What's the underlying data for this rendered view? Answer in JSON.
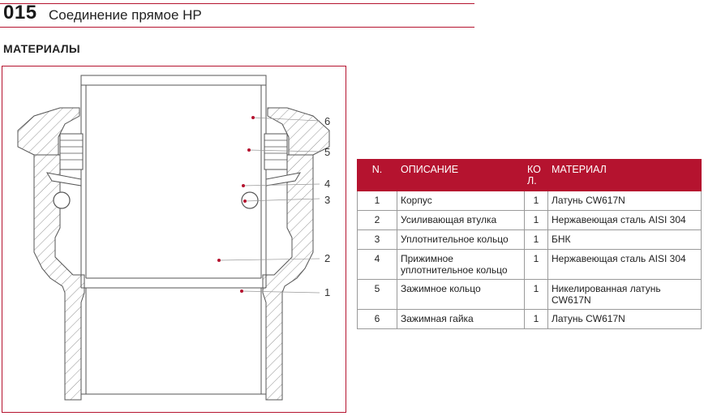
{
  "header": {
    "code": "015",
    "title": "Соединение прямое НР"
  },
  "section_title": "МАТЕРИАЛЫ",
  "drawing": {
    "callouts": [
      "6",
      "5",
      "4",
      "3",
      "2",
      "1"
    ],
    "accent_color": "#b5132f"
  },
  "table": {
    "headers": {
      "n": "N.",
      "desc": "ОПИСАНИЕ",
      "qty_line1": "КО",
      "qty_line2": "Л.",
      "material": "МАТЕРИАЛ"
    },
    "rows": [
      {
        "n": "1",
        "desc": "Корпус",
        "qty": "1",
        "material": "Латунь CW617N"
      },
      {
        "n": "2",
        "desc": "Усиливающая втулка",
        "qty": "1",
        "material": "Нержавеющая сталь AISI 304"
      },
      {
        "n": "3",
        "desc": "Уплотнительное кольцо",
        "qty": "1",
        "material": "БНК"
      },
      {
        "n": "4",
        "desc": "Прижимное уплотнительное кольцо",
        "qty": "1",
        "material": "Нержавеющая сталь AISI 304"
      },
      {
        "n": "5",
        "desc": "Зажимное кольцо",
        "qty": "1",
        "material": "Никелированная латунь CW617N"
      },
      {
        "n": "6",
        "desc": "Зажимная гайка",
        "qty": "1",
        "material": "Латунь CW617N"
      }
    ]
  }
}
